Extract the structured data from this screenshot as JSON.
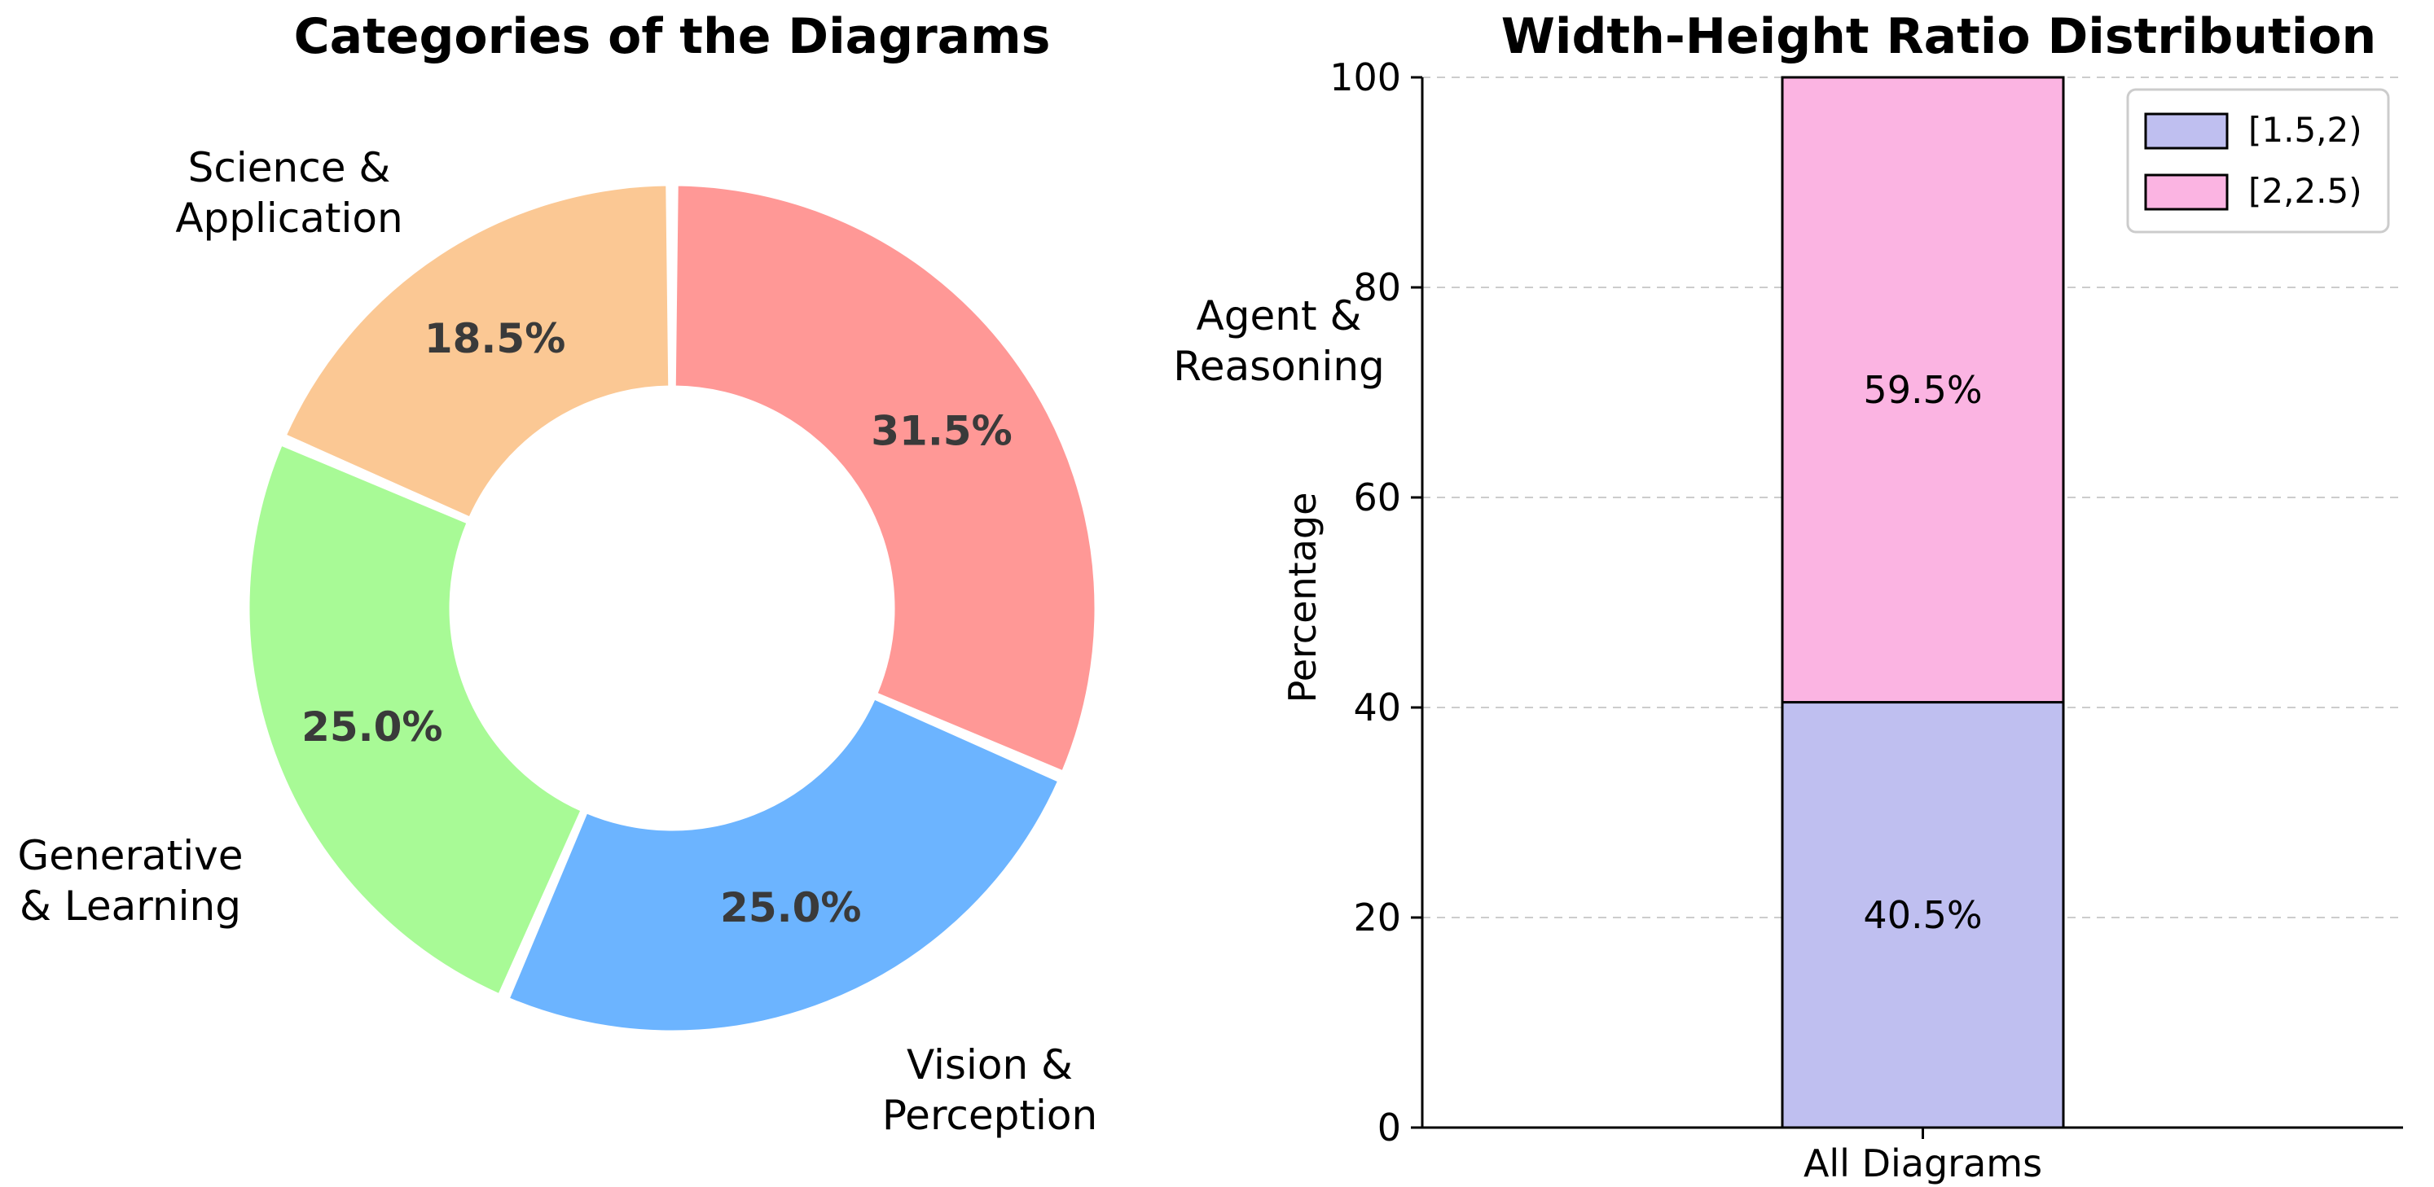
{
  "chart_data": [
    {
      "type": "pie",
      "title": "Categories of the Diagrams",
      "donut": true,
      "slices": [
        {
          "label": "Agent & Reasoning",
          "value": 31.5,
          "display": "31.5%",
          "color": "#ff9896"
        },
        {
          "label": "Vision & Perception",
          "value": 25.0,
          "display": "25.0%",
          "color": "#6cb4ff"
        },
        {
          "label": "Generative & Learning",
          "value": 25.0,
          "display": "25.0%",
          "color": "#a8fa96"
        },
        {
          "label": "Science & Application",
          "value": 18.5,
          "display": "18.5%",
          "color": "#fbc894"
        }
      ]
    },
    {
      "type": "bar",
      "stacked": true,
      "title": "Width-Height Ratio Distribution",
      "categories": [
        "All Diagrams"
      ],
      "xlabel": "",
      "ylabel": "Percentage",
      "ylim": [
        0,
        100
      ],
      "yticks": [
        0,
        20,
        40,
        60,
        80,
        100
      ],
      "grid": true,
      "legend_position": "top-right",
      "series": [
        {
          "name": "[1.5,2)",
          "values": [
            40.5
          ],
          "display": "40.5%",
          "color": "#bfbff0"
        },
        {
          "name": "[2,2.5)",
          "values": [
            59.5
          ],
          "display": "59.5%",
          "color": "#fbb4e2"
        }
      ]
    }
  ]
}
